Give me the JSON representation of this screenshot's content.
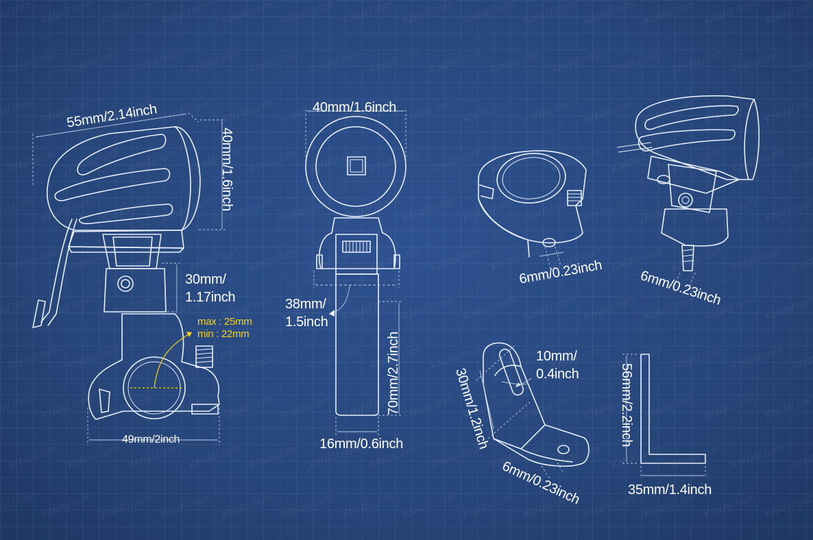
{
  "watermark": "KiWAV.com",
  "colors": {
    "background": "#27467a",
    "line": "#e8f0fb",
    "highlight": "#f3d21e"
  },
  "labels": {
    "lamp_width": "55mm/2.14inch",
    "lamp_height": "40mm/1.6inch",
    "bracket_height_1": "30mm/",
    "bracket_height_2": "1.17inch",
    "clamp_max": "max : 25mm",
    "clamp_min": "min : 22mm",
    "clamp_width": "49mm/2inch",
    "front_width": "40mm/1.6inch",
    "arm_diameter_1": "38mm/",
    "arm_diameter_2": "1.5inch",
    "arm_length": "70mm/2.7inch",
    "arm_width": "16mm/0.6inch",
    "clamp_bolt": "6mm/0.23inch",
    "assembly_bolt": "6mm/0.23inch",
    "slot_width_1": "10mm/",
    "slot_width_2": "0.4inch",
    "plate_length": "30mm/1.2inch",
    "plate_hole": "6mm/0.23inch",
    "lbracket_height": "56mm/2.2inch",
    "lbracket_width": "35mm/1.4inch"
  }
}
